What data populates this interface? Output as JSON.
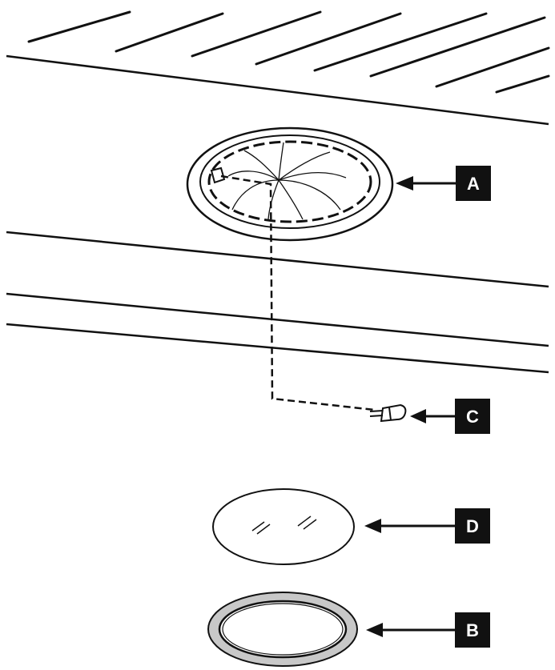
{
  "diagram": {
    "colors": {
      "ink": "#111111",
      "label_background": "#111111",
      "label_text": "#ffffff",
      "gasket_fill": "#c8c8c8",
      "paper": "#ffffff"
    },
    "callouts": [
      {
        "id": "a",
        "label": "A",
        "part": "light-housing"
      },
      {
        "id": "c",
        "label": "C",
        "part": "bulb"
      },
      {
        "id": "d",
        "label": "D",
        "part": "glass-lens"
      },
      {
        "id": "b",
        "label": "B",
        "part": "gasket-ring"
      }
    ]
  }
}
